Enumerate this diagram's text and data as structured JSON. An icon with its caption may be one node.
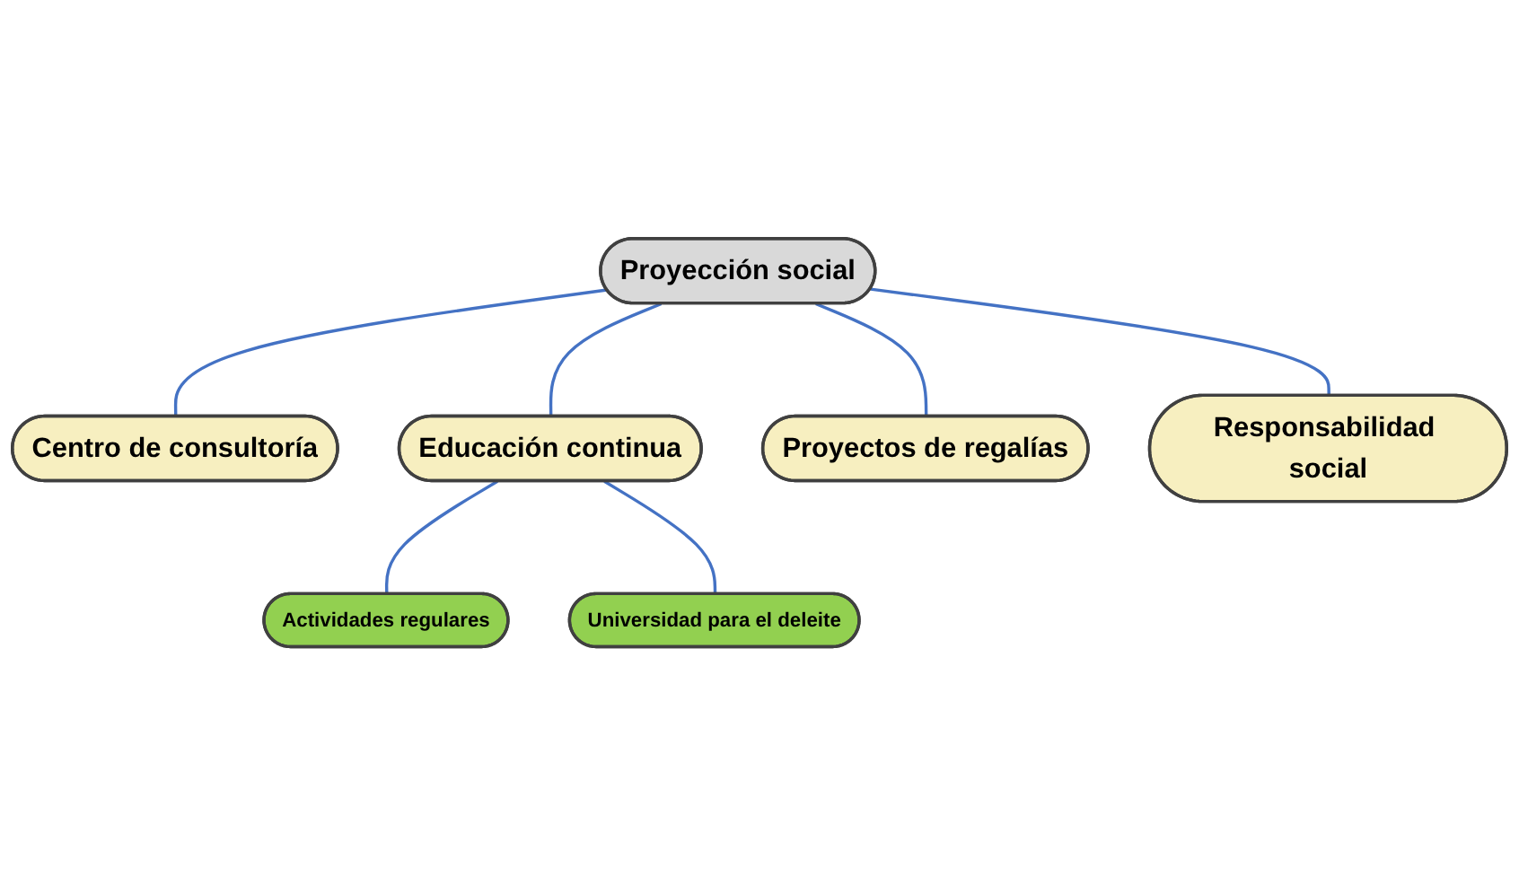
{
  "diagram": {
    "nodes": [
      {
        "text": [
          "Proyección social"
        ]
      },
      {
        "text": [
          "Centro de consultoría"
        ]
      },
      {
        "text": [
          "Educación continua"
        ]
      },
      {
        "text": [
          "Proyectos de regalías"
        ]
      },
      {
        "text": [
          "Responsabilidad social"
        ]
      },
      {
        "text": [
          "Actividades regulares"
        ]
      },
      {
        "text": [
          "Universidad para el deleite"
        ]
      }
    ],
    "edges": [
      {
        "from": 0,
        "to": 1,
        "arrow": "none"
      },
      {
        "from": 0,
        "to": 2,
        "arrow": "none"
      },
      {
        "from": 0,
        "to": 3,
        "arrow": "none"
      },
      {
        "from": 0,
        "to": 4,
        "arrow": "none"
      },
      {
        "from": 2,
        "to": 5,
        "arrow": "none"
      },
      {
        "from": 2,
        "to": 6,
        "arrow": "none"
      }
    ]
  }
}
